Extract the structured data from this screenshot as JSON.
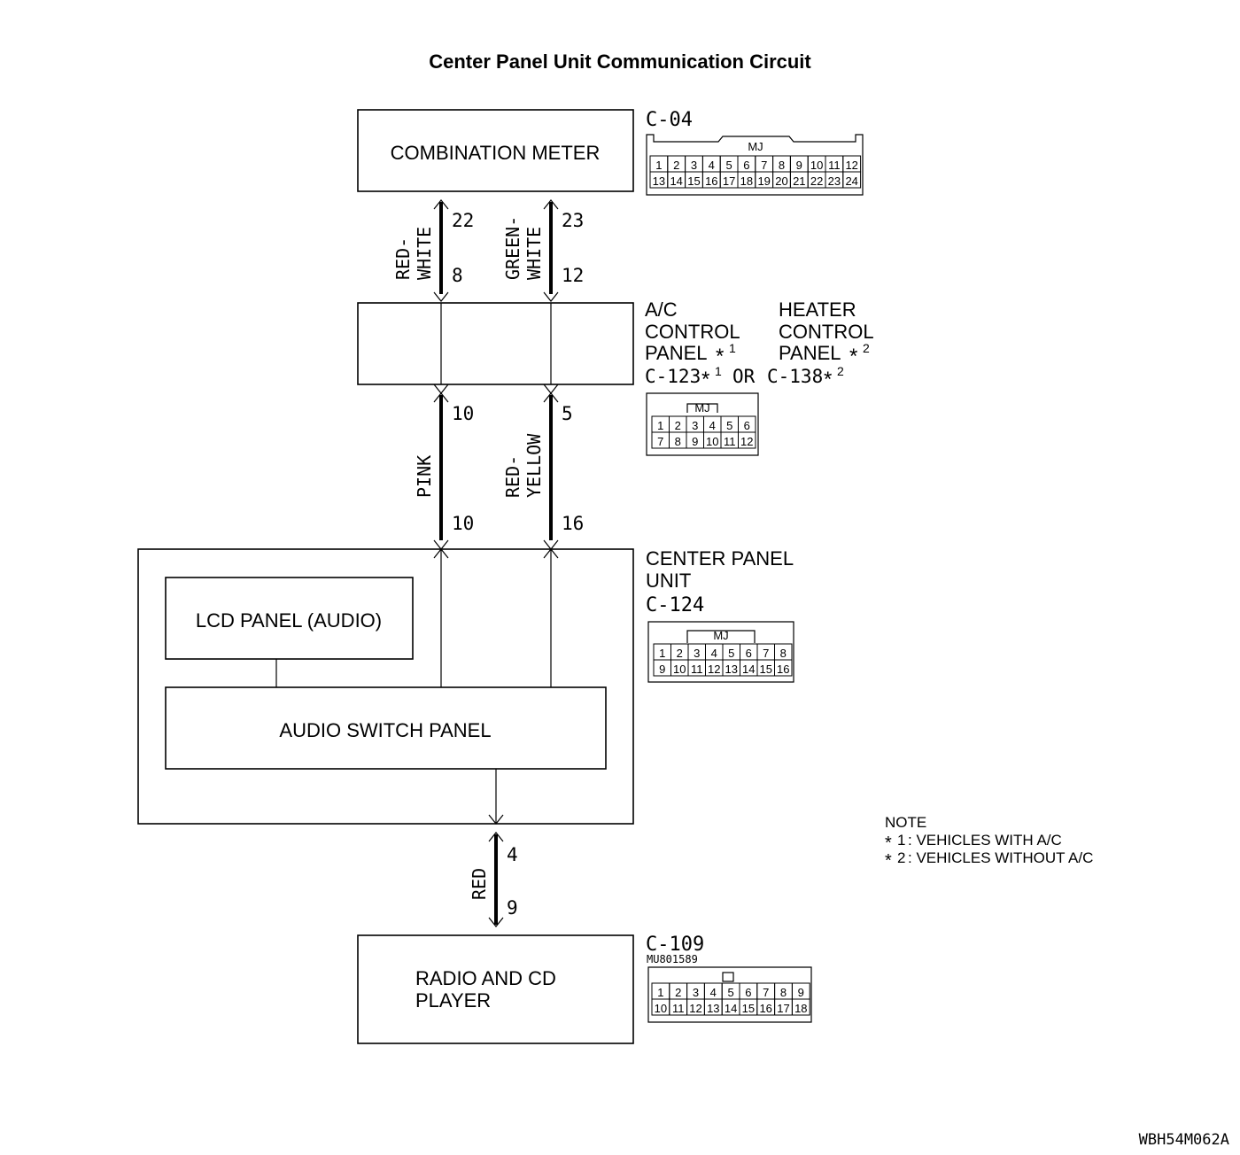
{
  "title": "Center Panel Unit Communication Circuit",
  "components": {
    "combination_meter": "COMBINATION METER",
    "lcd_panel": "LCD PANEL (AUDIO)",
    "audio_switch_panel": "AUDIO SWITCH PANEL",
    "radio_line1": "RADIO AND CD",
    "radio_line2": "PLAYER"
  },
  "labels": {
    "c04": "C-04",
    "ac_line1": "A/C",
    "ac_line2": "CONTROL",
    "ac_line3": "PANEL",
    "heater_line1": "HEATER",
    "heater_line2": "CONTROL",
    "heater_line3": "PANEL",
    "star": "*",
    "sup1": "1",
    "sup2": "2",
    "c123": "C-123",
    "or": "OR",
    "c138": "C-138",
    "center_line1": "CENTER PANEL",
    "center_line2": "UNIT",
    "c124": "C-124",
    "c109": "C-109",
    "part_number": "MU801589",
    "mj": "MJ",
    "image_code": "WBH54M062A"
  },
  "note": {
    "heading": "NOTE",
    "line1": ": VEHICLES WITH A/C",
    "line2": ": VEHICLES WITHOUT A/C"
  },
  "wires": {
    "red_white_1": "RED-",
    "red_white_2": "WHITE",
    "green_white_1": "GREEN-",
    "green_white_2": "WHITE",
    "pink": "PINK",
    "red_yellow_1": "RED-",
    "red_yellow_2": "YELLOW",
    "red": "RED"
  },
  "pins": {
    "p22": "22",
    "p8": "8",
    "p23": "23",
    "p12": "12",
    "p10a": "10",
    "p5": "5",
    "p10b": "10",
    "p16": "16",
    "p4": "4",
    "p9": "9"
  },
  "connectors": {
    "c04_row1": [
      "1",
      "2",
      "3",
      "4",
      "5",
      "6",
      "7",
      "8",
      "9",
      "10",
      "11",
      "12"
    ],
    "c04_row2": [
      "13",
      "14",
      "15",
      "16",
      "17",
      "18",
      "19",
      "20",
      "21",
      "22",
      "23",
      "24"
    ],
    "c123_row1": [
      "1",
      "2",
      "3",
      "4",
      "5",
      "6"
    ],
    "c123_row2": [
      "7",
      "8",
      "9",
      "10",
      "11",
      "12"
    ],
    "c124_row1": [
      "1",
      "2",
      "3",
      "4",
      "5",
      "6",
      "7",
      "8"
    ],
    "c124_row2": [
      "9",
      "10",
      "11",
      "12",
      "13",
      "14",
      "15",
      "16"
    ],
    "c109_row1": [
      "1",
      "2",
      "3",
      "4",
      "5",
      "6",
      "7",
      "8",
      "9"
    ],
    "c109_row2": [
      "10",
      "11",
      "12",
      "13",
      "14",
      "15",
      "16",
      "17",
      "18"
    ]
  }
}
